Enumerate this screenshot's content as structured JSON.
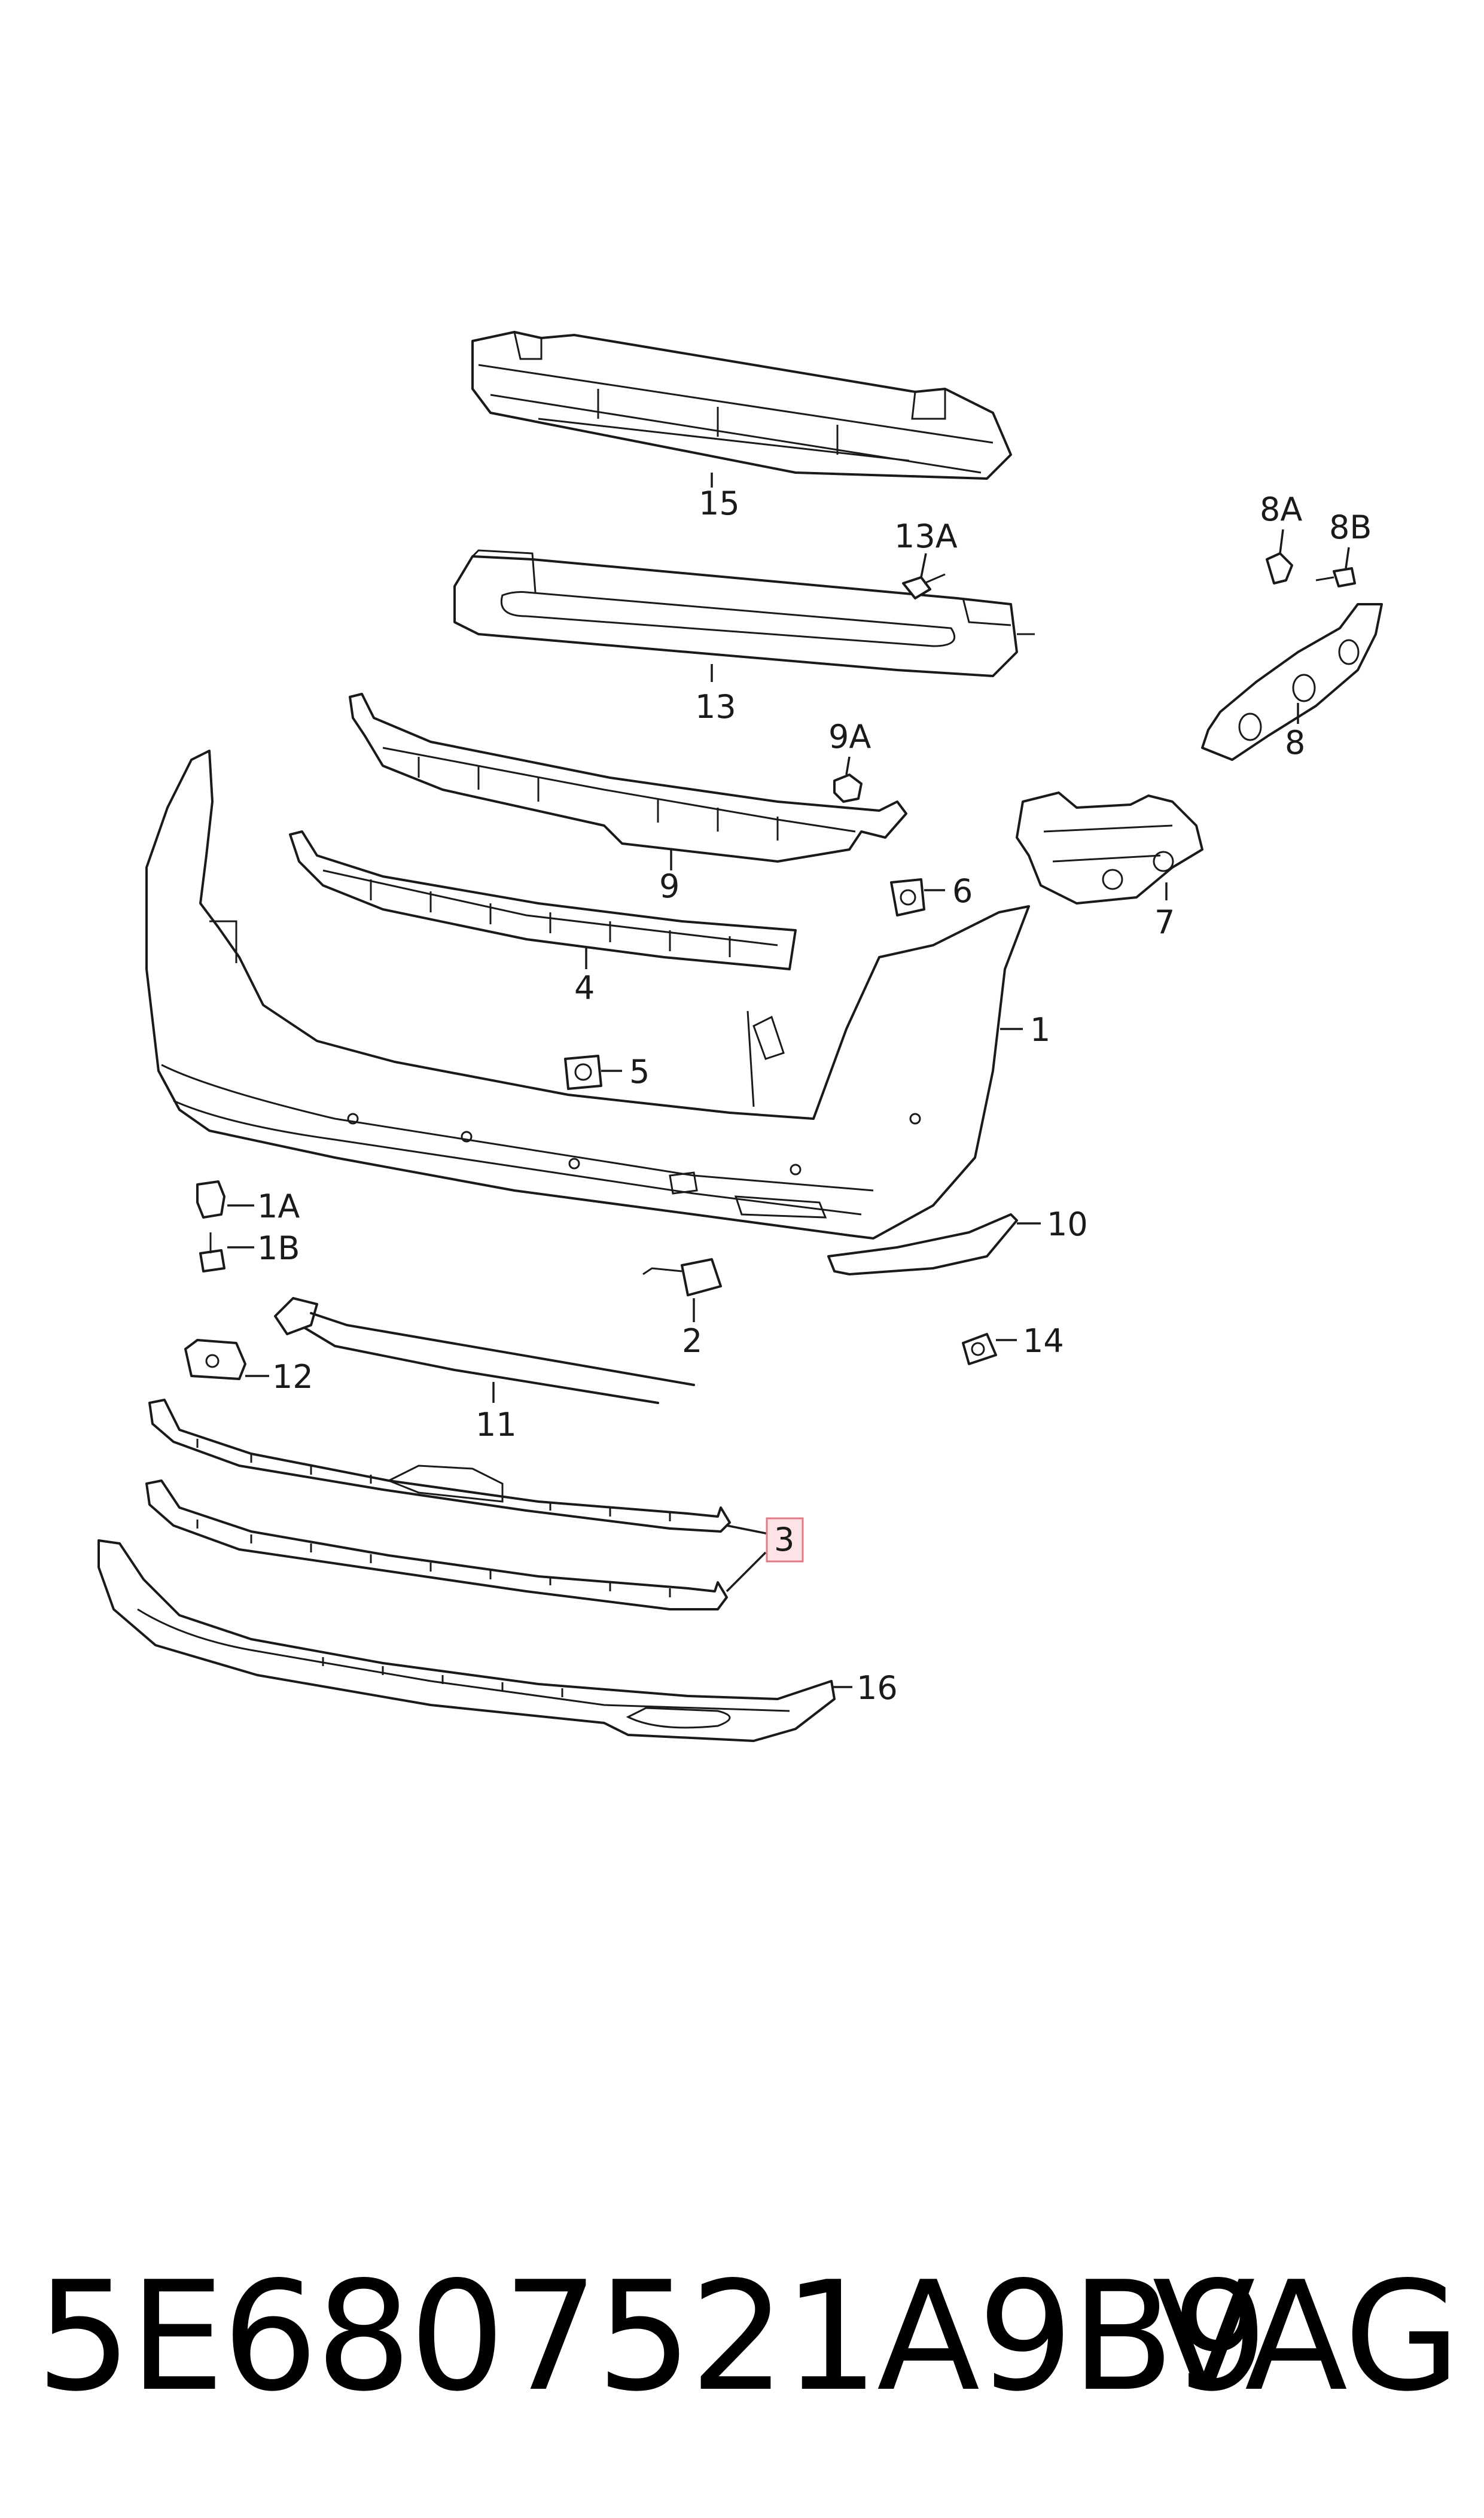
{
  "callouts": {
    "c15": "15",
    "c13A": "13A",
    "c13": "13",
    "c8A": "8A",
    "c8B": "8B",
    "c8": "8",
    "c9A": "9A",
    "c9": "9",
    "c6": "6",
    "c7": "7",
    "c4": "4",
    "c1": "1",
    "c5": "5",
    "c1A": "1A",
    "c1B": "1B",
    "c10": "10",
    "c2": "2",
    "c14": "14",
    "c12": "12",
    "c11": "11",
    "c3": "3",
    "c16": "16"
  },
  "highlighted_callout": "3",
  "colors": {
    "line": "#1a1a1a",
    "highlight_fill": "#fde3e6",
    "highlight_border": "#e37b86"
  },
  "footer": {
    "part_number": "5E6807521A9B9",
    "brand": "VAG"
  }
}
